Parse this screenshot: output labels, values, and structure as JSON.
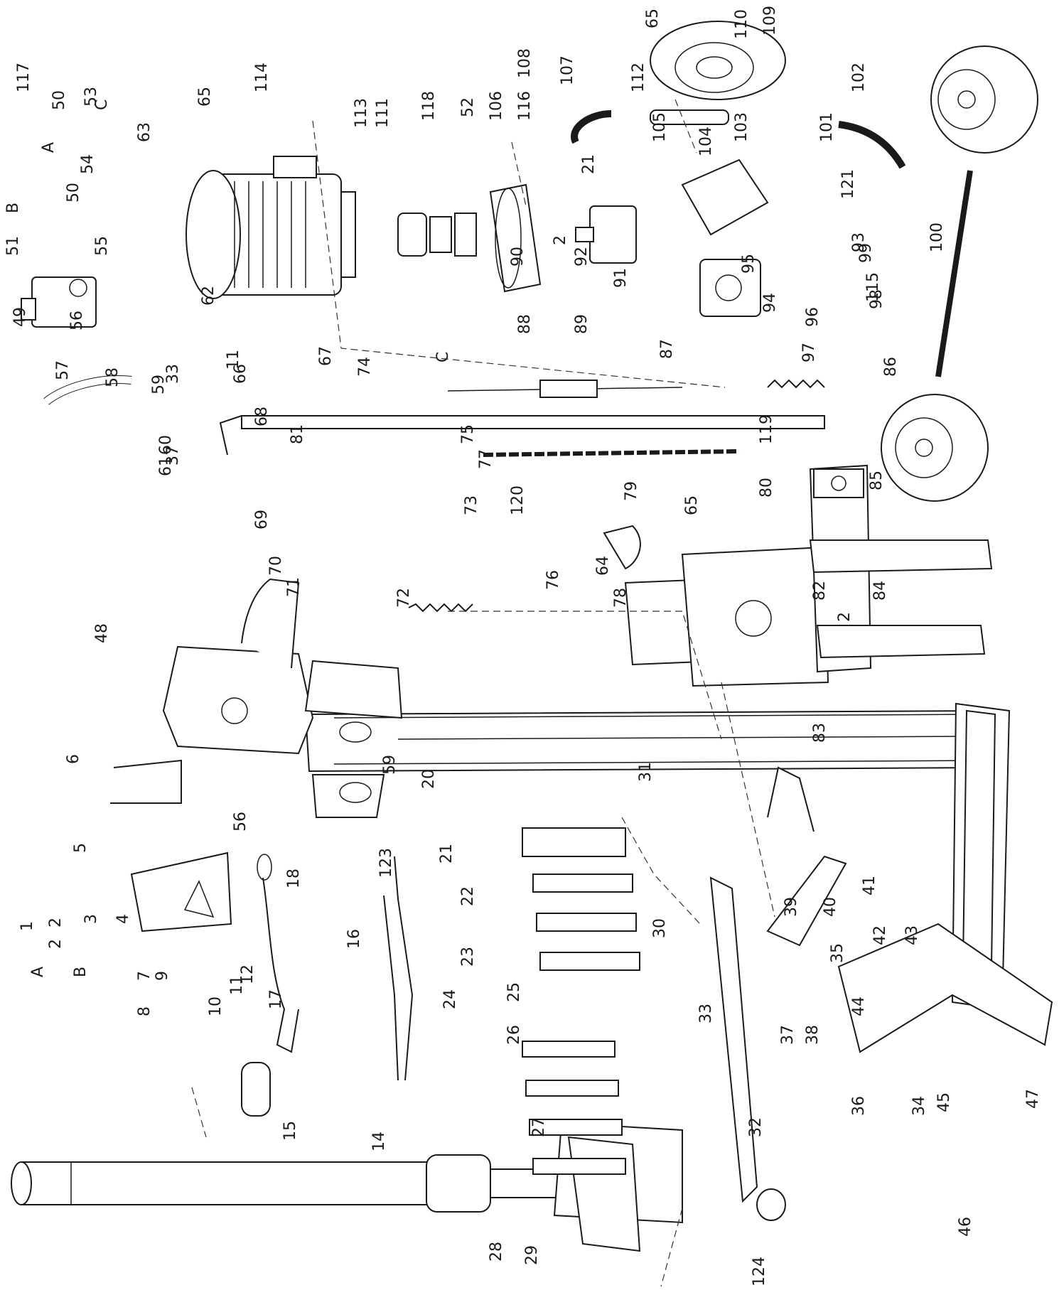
{
  "callouts": [
    {
      "id": "c1",
      "text": "1"
    },
    {
      "id": "c2",
      "text": "2"
    },
    {
      "id": "c3",
      "text": "3"
    },
    {
      "id": "c4",
      "text": "4"
    },
    {
      "id": "c5",
      "text": "5"
    },
    {
      "id": "c6",
      "text": "6"
    },
    {
      "id": "c7",
      "text": "7"
    },
    {
      "id": "c8",
      "text": "8"
    },
    {
      "id": "c9",
      "text": "9"
    },
    {
      "id": "c10",
      "text": "10"
    },
    {
      "id": "c11",
      "text": "11"
    },
    {
      "id": "c12",
      "text": "12"
    },
    {
      "id": "c14",
      "text": "14"
    },
    {
      "id": "c15",
      "text": "15"
    },
    {
      "id": "c16",
      "text": "16"
    },
    {
      "id": "c17",
      "text": "17"
    },
    {
      "id": "c18",
      "text": "18"
    },
    {
      "id": "c20",
      "text": "20"
    },
    {
      "id": "c21",
      "text": "21"
    },
    {
      "id": "c22",
      "text": "22"
    },
    {
      "id": "c23",
      "text": "23"
    },
    {
      "id": "c24",
      "text": "24"
    },
    {
      "id": "c25",
      "text": "25"
    },
    {
      "id": "c26",
      "text": "26"
    },
    {
      "id": "c27",
      "text": "27"
    },
    {
      "id": "c28",
      "text": "28"
    },
    {
      "id": "c29",
      "text": "29"
    },
    {
      "id": "c30",
      "text": "30"
    },
    {
      "id": "c31",
      "text": "31"
    },
    {
      "id": "c32",
      "text": "32"
    },
    {
      "id": "c33",
      "text": "33"
    },
    {
      "id": "c33b",
      "text": "33"
    },
    {
      "id": "c34",
      "text": "34"
    },
    {
      "id": "c35",
      "text": "35"
    },
    {
      "id": "c36",
      "text": "36"
    },
    {
      "id": "c37",
      "text": "37"
    },
    {
      "id": "c37b",
      "text": "37"
    },
    {
      "id": "c38",
      "text": "38"
    },
    {
      "id": "c39",
      "text": "39"
    },
    {
      "id": "c40",
      "text": "40"
    },
    {
      "id": "c41",
      "text": "41"
    },
    {
      "id": "c42",
      "text": "42"
    },
    {
      "id": "c43",
      "text": "43"
    },
    {
      "id": "c44",
      "text": "44"
    },
    {
      "id": "c45",
      "text": "45"
    },
    {
      "id": "c46",
      "text": "46"
    },
    {
      "id": "c47",
      "text": "47"
    },
    {
      "id": "c48",
      "text": "48"
    },
    {
      "id": "c49",
      "text": "49"
    },
    {
      "id": "c50",
      "text": "50"
    },
    {
      "id": "c50b",
      "text": "50"
    },
    {
      "id": "c51",
      "text": "51"
    },
    {
      "id": "c52",
      "text": "52"
    },
    {
      "id": "c53",
      "text": "53"
    },
    {
      "id": "c54",
      "text": "54"
    },
    {
      "id": "c55",
      "text": "55"
    },
    {
      "id": "c56",
      "text": "56"
    },
    {
      "id": "c56b",
      "text": "56"
    },
    {
      "id": "c57",
      "text": "57"
    },
    {
      "id": "c58",
      "text": "58"
    },
    {
      "id": "c59",
      "text": "59"
    },
    {
      "id": "c59b",
      "text": "59"
    },
    {
      "id": "c60",
      "text": "60"
    },
    {
      "id": "c61",
      "text": "61"
    },
    {
      "id": "c62",
      "text": "62"
    },
    {
      "id": "c63",
      "text": "63"
    },
    {
      "id": "c64",
      "text": "64"
    },
    {
      "id": "c65",
      "text": "65"
    },
    {
      "id": "c65b",
      "text": "65"
    },
    {
      "id": "c65c",
      "text": "65"
    },
    {
      "id": "c66",
      "text": "66"
    },
    {
      "id": "c67",
      "text": "67"
    },
    {
      "id": "c68",
      "text": "68"
    },
    {
      "id": "c69",
      "text": "69"
    },
    {
      "id": "c70",
      "text": "70"
    },
    {
      "id": "c71",
      "text": "71"
    },
    {
      "id": "c72",
      "text": "72"
    },
    {
      "id": "c73",
      "text": "73"
    },
    {
      "id": "c74",
      "text": "74"
    },
    {
      "id": "c75",
      "text": "75"
    },
    {
      "id": "c76",
      "text": "76"
    },
    {
      "id": "c77",
      "text": "77"
    },
    {
      "id": "c78",
      "text": "78"
    },
    {
      "id": "c79",
      "text": "79"
    },
    {
      "id": "c80",
      "text": "80"
    },
    {
      "id": "c81",
      "text": "81"
    },
    {
      "id": "c82",
      "text": "82"
    },
    {
      "id": "c83",
      "text": "83"
    },
    {
      "id": "c84",
      "text": "84"
    },
    {
      "id": "c85",
      "text": "85"
    },
    {
      "id": "c86",
      "text": "86"
    },
    {
      "id": "c87",
      "text": "87"
    },
    {
      "id": "c88",
      "text": "88"
    },
    {
      "id": "c89",
      "text": "89"
    },
    {
      "id": "c90",
      "text": "90"
    },
    {
      "id": "c91",
      "text": "91"
    },
    {
      "id": "c92",
      "text": "92"
    },
    {
      "id": "c93",
      "text": "93"
    },
    {
      "id": "c94",
      "text": "94"
    },
    {
      "id": "c95",
      "text": "95"
    },
    {
      "id": "c96",
      "text": "96"
    },
    {
      "id": "c97",
      "text": "97"
    },
    {
      "id": "c98",
      "text": "98"
    },
    {
      "id": "c99",
      "text": "99"
    },
    {
      "id": "c100",
      "text": "100"
    },
    {
      "id": "c101",
      "text": "101"
    },
    {
      "id": "c102",
      "text": "102"
    },
    {
      "id": "c103",
      "text": "103"
    },
    {
      "id": "c104",
      "text": "104"
    },
    {
      "id": "c105",
      "text": "105"
    },
    {
      "id": "c106",
      "text": "106"
    },
    {
      "id": "c107",
      "text": "107"
    },
    {
      "id": "c108",
      "text": "108"
    },
    {
      "id": "c109",
      "text": "109"
    },
    {
      "id": "c110",
      "text": "110"
    },
    {
      "id": "c111",
      "text": "111"
    },
    {
      "id": "c112",
      "text": "112"
    },
    {
      "id": "c113",
      "text": "113"
    },
    {
      "id": "c114",
      "text": "114"
    },
    {
      "id": "c115",
      "text": "115"
    },
    {
      "id": "c116",
      "text": "116"
    },
    {
      "id": "c117",
      "text": "117"
    },
    {
      "id": "c118",
      "text": "118"
    },
    {
      "id": "c119",
      "text": "119"
    },
    {
      "id": "c120",
      "text": "120"
    },
    {
      "id": "c121",
      "text": "121"
    },
    {
      "id": "c123",
      "text": "123"
    },
    {
      "id": "c124",
      "text": "124"
    },
    {
      "id": "c2b",
      "text": "2"
    },
    {
      "id": "c2c",
      "text": "2"
    },
    {
      "id": "c2d",
      "text": "2"
    },
    {
      "id": "c11b",
      "text": "11"
    },
    {
      "id": "c21b",
      "text": "21"
    }
  ],
  "port_labels": [
    {
      "id": "pA",
      "text": "A"
    },
    {
      "id": "pB",
      "text": "B"
    },
    {
      "id": "pA2",
      "text": "A"
    },
    {
      "id": "pB2",
      "text": "B"
    },
    {
      "id": "pC",
      "text": "C"
    },
    {
      "id": "pC2",
      "text": "C"
    }
  ]
}
